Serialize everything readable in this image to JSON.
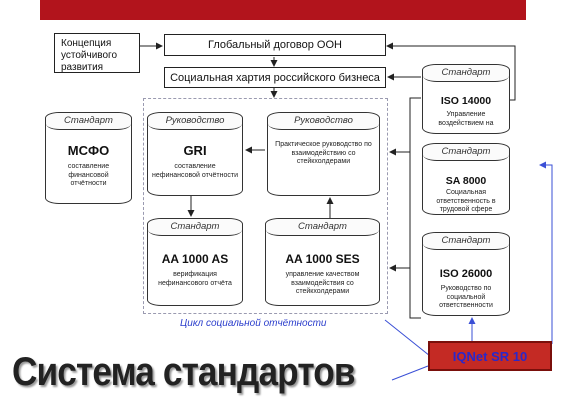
{
  "top_boxes": {
    "concept": "Концепция устойчивого развития",
    "un_compact": "Глобальный договор ООН",
    "social_charter": "Социальная хартия российского бизнеса"
  },
  "nodes": {
    "msfo": {
      "caption": "Стандарт",
      "title": "МСФО",
      "desc": "составление финансовой отчётности"
    },
    "gri": {
      "caption": "Руководство",
      "title": "GRI",
      "desc": "составление нефинансовой отчётности"
    },
    "practical": {
      "caption": "Руководство",
      "title": "",
      "desc": "Практическое руководство по взаимодействию со стейкхолдерами"
    },
    "aa1000as": {
      "caption": "Стандарт",
      "title": "AA 1000 AS",
      "desc": "верификация нефинансового отчёта"
    },
    "aa1000ses": {
      "caption": "Стандарт",
      "title": "AA 1000 SES",
      "desc": "управление качеством взаимодействия со стейкхолдерами"
    },
    "iso14000": {
      "caption": "Стандарт",
      "title": "ISO 14000",
      "desc": "Управление воздействием на"
    },
    "sa8000": {
      "caption": "Стандарт",
      "title": "SA 8000",
      "desc": "Социальная ответственность в трудовой сфере"
    },
    "iso26000": {
      "caption": "Стандарт",
      "title": "ISO 26000",
      "desc": "Руководство по социальной ответственности"
    }
  },
  "loop_caption": "Цикл социальной отчётности",
  "iqnet_label": "IQNet SR 10",
  "page_title": "Система стандартов",
  "colors": {
    "topbar": "#b2141c",
    "title": "#222222",
    "loop_caption": "#2a3dcc",
    "iqnet_bg": "#c42a24",
    "iqnet_text": "#2b27c9",
    "connector_blue": "#3a4fd6"
  }
}
